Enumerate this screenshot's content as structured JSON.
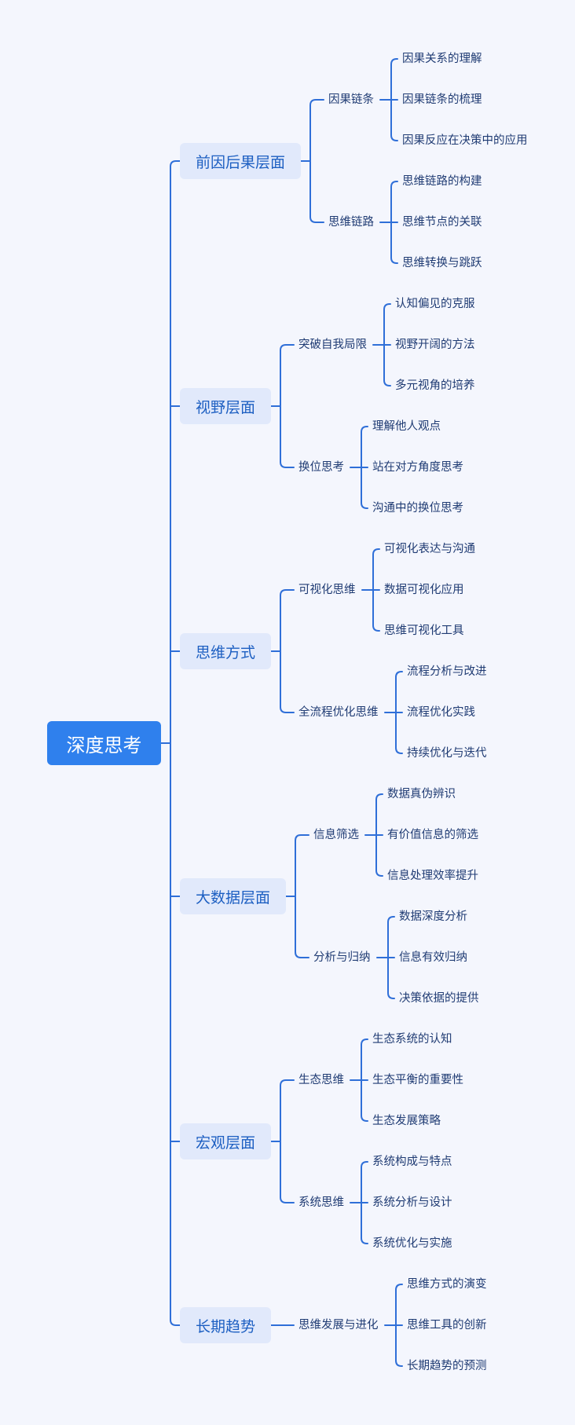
{
  "colors": {
    "background": "#f4f6fd",
    "root_fill": "#2f80ed",
    "branch_fill": "#e1e9fb",
    "line": "#2f6fd8",
    "text": "#1f3b73"
  },
  "root": "深度思考",
  "branches": [
    {
      "label": "前因后果层面",
      "children": [
        {
          "label": "因果链条",
          "children": [
            "因果关系的理解",
            "因果链条的梳理",
            "因果反应在决策中的应用"
          ]
        },
        {
          "label": "思维链路",
          "children": [
            "思维链路的构建",
            "思维节点的关联",
            "思维转换与跳跃"
          ]
        }
      ]
    },
    {
      "label": "视野层面",
      "children": [
        {
          "label": "突破自我局限",
          "children": [
            "认知偏见的克服",
            "视野开阔的方法",
            "多元视角的培养"
          ]
        },
        {
          "label": "换位思考",
          "children": [
            "理解他人观点",
            "站在对方角度思考",
            "沟通中的换位思考"
          ]
        }
      ]
    },
    {
      "label": "思维方式",
      "children": [
        {
          "label": "可视化思维",
          "children": [
            "可视化表达与沟通",
            "数据可视化应用",
            "思维可视化工具"
          ]
        },
        {
          "label": "全流程优化思维",
          "children": [
            "流程分析与改进",
            "流程优化实践",
            "持续优化与迭代"
          ]
        }
      ]
    },
    {
      "label": "大数据层面",
      "children": [
        {
          "label": "信息筛选",
          "children": [
            "数据真伪辨识",
            "有价值信息的筛选",
            "信息处理效率提升"
          ]
        },
        {
          "label": "分析与归纳",
          "children": [
            "数据深度分析",
            "信息有效归纳",
            "决策依据的提供"
          ]
        }
      ]
    },
    {
      "label": "宏观层面",
      "children": [
        {
          "label": "生态思维",
          "children": [
            "生态系统的认知",
            "生态平衡的重要性",
            "生态发展策略"
          ]
        },
        {
          "label": "系统思维",
          "children": [
            "系统构成与特点",
            "系统分析与设计",
            "系统优化与实施"
          ]
        }
      ]
    },
    {
      "label": "长期趋势",
      "children": [
        {
          "label": "思维发展与进化",
          "children": [
            "思维方式的演变",
            "思维工具的创新",
            "长期趋势的预测"
          ]
        }
      ]
    }
  ]
}
